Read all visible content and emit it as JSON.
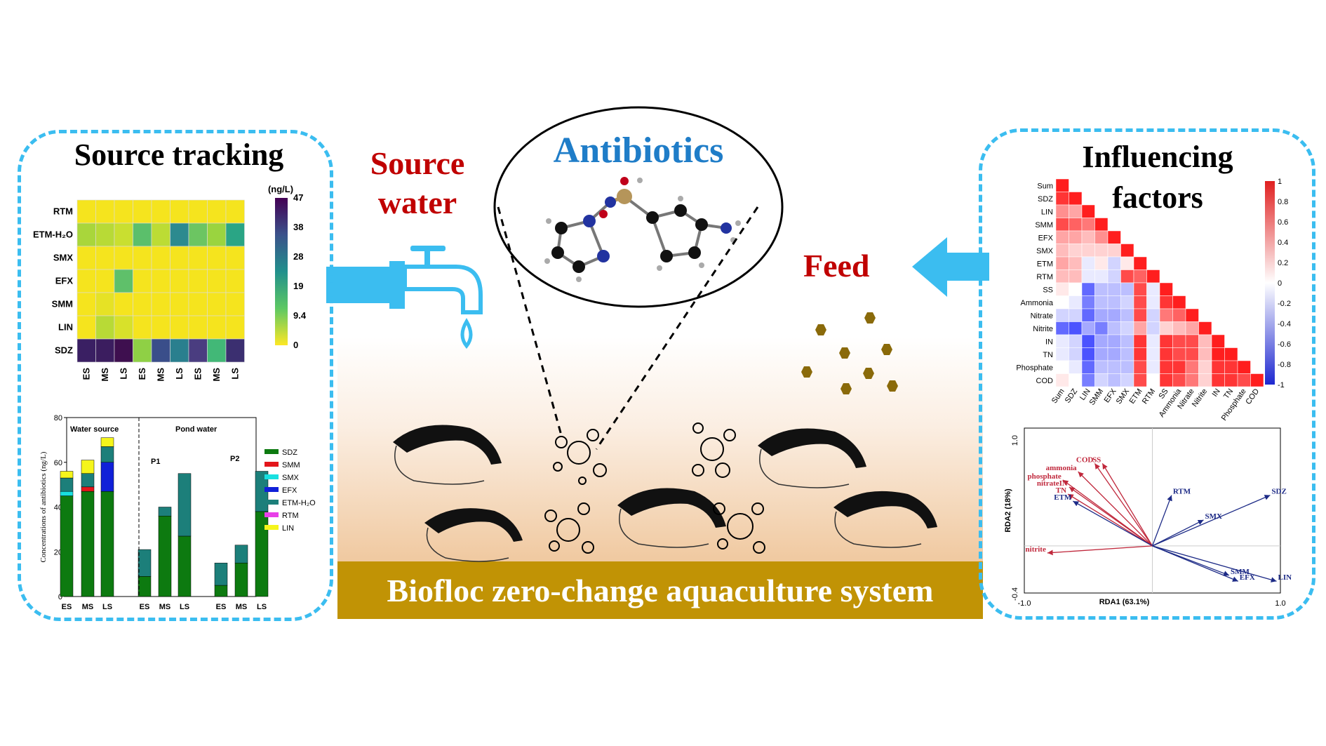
{
  "banner": "Biofloc zero-change aquaculture system",
  "labels": {
    "antibiotics": "Antibiotics",
    "source_water_1": "Source",
    "source_water_2": "water",
    "feed": "Feed",
    "source_tracking": "Source tracking",
    "influencing_1": "Influencing",
    "influencing_2": "factors"
  },
  "colors": {
    "panel_border": "#3bbdf0",
    "banner": "#c19305",
    "red_text": "#c00000",
    "blue_text": "#1f7dc8"
  },
  "heatmap": {
    "unit": "(ng/L)",
    "rows": [
      "RTM",
      "ETM-H₂O",
      "SMX",
      "EFX",
      "SMM",
      "LIN",
      "SDZ"
    ],
    "cols": [
      "ES",
      "MS",
      "LS",
      "ES",
      "MS",
      "LS",
      "ES",
      "MS",
      "LS"
    ],
    "colorbar_ticks": [
      "47",
      "38",
      "28",
      "19",
      "9.4",
      "0"
    ],
    "cells": [
      [
        "#f5e41e",
        "#f5e41e",
        "#f5e41e",
        "#f5e41e",
        "#f5e41e",
        "#f5e41e",
        "#f5e41e",
        "#f5e41e",
        "#f5e41e"
      ],
      [
        "#a9d63b",
        "#b8da36",
        "#c9df30",
        "#5bbf6b",
        "#bcdc34",
        "#2c8a8f",
        "#6cc562",
        "#9ad43f",
        "#2aa585"
      ],
      [
        "#f5e41e",
        "#f5e41e",
        "#f5e41e",
        "#f5e41e",
        "#f5e41e",
        "#f5e41e",
        "#f5e41e",
        "#f5e41e",
        "#f5e41e"
      ],
      [
        "#f5e41e",
        "#f5e41e",
        "#5fc06a",
        "#f5e41e",
        "#f5e41e",
        "#f5e41e",
        "#f5e41e",
        "#f5e41e",
        "#f5e41e"
      ],
      [
        "#f5e41e",
        "#e6e225",
        "#f5e41e",
        "#f5e41e",
        "#f5e41e",
        "#f5e41e",
        "#f5e41e",
        "#f5e41e",
        "#f5e41e"
      ],
      [
        "#f5e41e",
        "#b8da36",
        "#d8e12a",
        "#f5e41e",
        "#f5e41e",
        "#f5e41e",
        "#f5e41e",
        "#f5e41e",
        "#f5e41e"
      ],
      [
        "#3a1f63",
        "#3b1d5f",
        "#3e0f4f",
        "#8fd045",
        "#3a4e8a",
        "#2a7f8e",
        "#4a3d80",
        "#42b877",
        "#3b2f70"
      ]
    ]
  },
  "chart_data": [
    {
      "type": "bar",
      "ylabel": "Concentrations of antibiotics (ng/L)",
      "ylim": [
        0,
        80
      ],
      "yticks": [
        "0",
        "20",
        "40",
        "60",
        "80"
      ],
      "categories": [
        "ES",
        "MS",
        "LS",
        "ES",
        "MS",
        "LS",
        "ES",
        "MS",
        "LS"
      ],
      "group_labels": [
        "Water source",
        "Pond water",
        "P1",
        "P2"
      ],
      "series": [
        {
          "name": "SDZ",
          "color": "#0d7a10",
          "values": [
            45,
            47,
            47,
            9,
            36,
            27,
            5,
            15,
            38
          ]
        },
        {
          "name": "SMM",
          "color": "#e3161b",
          "values": [
            0,
            2,
            0,
            0,
            0,
            0,
            0,
            0,
            0
          ]
        },
        {
          "name": "SMX",
          "color": "#18e0e0",
          "values": [
            2,
            0,
            0,
            0,
            0,
            0,
            0,
            0,
            0
          ]
        },
        {
          "name": "EFX",
          "color": "#1020d8",
          "values": [
            0,
            0,
            13,
            0,
            0,
            0,
            0,
            0,
            0
          ]
        },
        {
          "name": "ETM-H₂O",
          "color": "#1c7f7a",
          "values": [
            6,
            6,
            7,
            12,
            4,
            28,
            10,
            8,
            18
          ]
        },
        {
          "name": "RTM",
          "color": "#e840e8",
          "values": [
            0,
            0,
            0,
            0,
            0,
            0,
            0,
            0,
            0
          ]
        },
        {
          "name": "LIN",
          "color": "#f5f51b",
          "values": [
            3,
            6,
            4,
            0,
            0,
            0,
            0,
            0,
            0
          ]
        }
      ]
    },
    {
      "type": "heatmap",
      "labels": [
        "Sum",
        "SDZ",
        "LIN",
        "SMM",
        "EFX",
        "SMX",
        "ETM",
        "RTM",
        "SS",
        "Ammonia",
        "Nitrate",
        "Nitrite",
        "IN",
        "TN",
        "Phosphate",
        "COD"
      ],
      "colorbar_ticks": [
        "1",
        "0.8",
        "0.6",
        "0.4",
        "0.2",
        "0",
        "-0.2",
        "-0.4",
        "-0.6",
        "-0.8",
        "-1"
      ],
      "values": [
        [
          1
        ],
        [
          0.9,
          1
        ],
        [
          0.5,
          0.4,
          1
        ],
        [
          0.8,
          0.7,
          0.6,
          1
        ],
        [
          0.4,
          0.4,
          0.3,
          0.5,
          1
        ],
        [
          0.3,
          0.2,
          0.2,
          0.2,
          0.2,
          1
        ],
        [
          0.4,
          0.3,
          -0.1,
          0.1,
          -0.2,
          0.1,
          1
        ],
        [
          0.3,
          0.3,
          -0.1,
          -0.1,
          -0.2,
          0.8,
          0.7,
          1
        ],
        [
          0.1,
          0.0,
          -0.7,
          -0.3,
          -0.3,
          -0.3,
          0.8,
          -0.1,
          1
        ],
        [
          0.0,
          -0.1,
          -0.6,
          -0.3,
          -0.3,
          -0.2,
          0.8,
          -0.1,
          0.9,
          1
        ],
        [
          -0.2,
          -0.2,
          -0.7,
          -0.4,
          -0.4,
          -0.3,
          0.8,
          -0.2,
          0.6,
          0.7,
          1
        ],
        [
          -0.7,
          -0.8,
          -0.4,
          -0.6,
          -0.3,
          -0.2,
          0.4,
          -0.2,
          0.2,
          0.3,
          0.4,
          1
        ],
        [
          -0.1,
          -0.2,
          -0.8,
          -0.4,
          -0.4,
          -0.3,
          0.9,
          -0.1,
          0.9,
          0.8,
          0.8,
          0.3,
          1
        ],
        [
          -0.1,
          -0.2,
          -0.8,
          -0.4,
          -0.4,
          -0.3,
          0.9,
          -0.1,
          0.9,
          0.8,
          0.8,
          0.3,
          1.0,
          1
        ],
        [
          0.0,
          -0.1,
          -0.7,
          -0.3,
          -0.3,
          -0.3,
          0.8,
          -0.1,
          0.9,
          0.9,
          0.6,
          0.2,
          0.9,
          0.9,
          1
        ],
        [
          0.1,
          0.0,
          -0.6,
          -0.2,
          -0.3,
          -0.2,
          0.8,
          0.0,
          0.9,
          0.8,
          0.6,
          0.2,
          0.9,
          0.9,
          0.8,
          1
        ]
      ]
    },
    {
      "type": "scatter",
      "xlabel": "RDA1 (63.1%)",
      "ylabel": "RDA2 (18%)",
      "xlim": [
        -1.0,
        1.0
      ],
      "ylim": [
        -0.4,
        1.0
      ],
      "xticks": [
        "-1.0",
        "1.0"
      ],
      "yticks": [
        "1.0",
        "-0.4"
      ],
      "vectors": [
        {
          "label": "COD",
          "x": -0.45,
          "y": 0.7,
          "color": "#c0283c"
        },
        {
          "label": "SS",
          "x": -0.39,
          "y": 0.7,
          "color": "#c0283c"
        },
        {
          "label": "ammonia",
          "x": -0.58,
          "y": 0.63,
          "color": "#c0283c"
        },
        {
          "label": "phosphate",
          "x": -0.7,
          "y": 0.56,
          "color": "#c0283c"
        },
        {
          "label": "nitrateIN",
          "x": -0.65,
          "y": 0.5,
          "color": "#c0283c"
        },
        {
          "label": "TN",
          "x": -0.66,
          "y": 0.44,
          "color": "#c0283c"
        },
        {
          "label": "ETM",
          "x": -0.62,
          "y": 0.38,
          "color": "#1c2a86"
        },
        {
          "label": "RTM",
          "x": 0.15,
          "y": 0.43,
          "color": "#1c2a86"
        },
        {
          "label": "SDZ",
          "x": 0.92,
          "y": 0.43,
          "color": "#1c2a86"
        },
        {
          "label": "SMX",
          "x": 0.4,
          "y": 0.22,
          "color": "#1c2a86"
        },
        {
          "label": "nitrite",
          "x": -0.82,
          "y": -0.06,
          "color": "#c0283c"
        },
        {
          "label": "SMM",
          "x": 0.6,
          "y": -0.25,
          "color": "#1c2a86"
        },
        {
          "label": "EFX",
          "x": 0.67,
          "y": -0.3,
          "color": "#1c2a86"
        },
        {
          "label": "LIN",
          "x": 0.97,
          "y": -0.3,
          "color": "#1c2a86"
        }
      ]
    }
  ]
}
